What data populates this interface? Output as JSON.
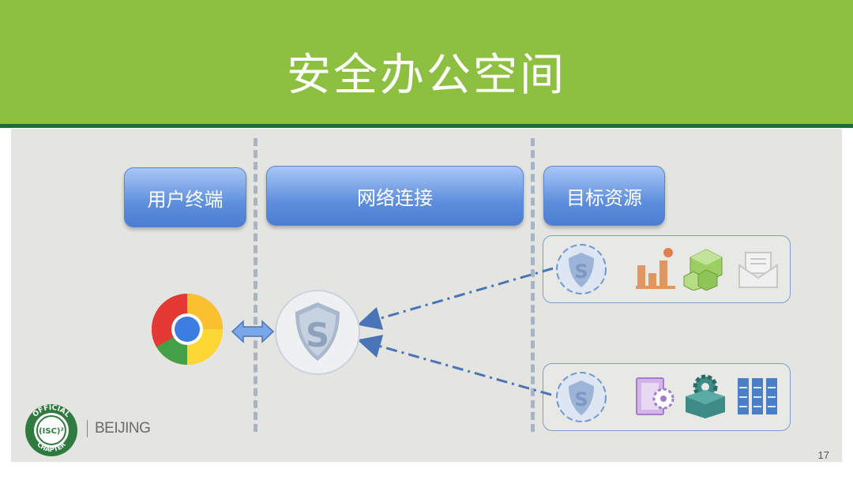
{
  "title": "安全办公空间",
  "columns": {
    "endpoint": "用户终端",
    "network": "网络连接",
    "resources": "目标资源"
  },
  "icons": {
    "browser": "chrome-browser-icon",
    "gateway": "security-shield-s-icon",
    "resource_icons_top": [
      "bar-chart-icon",
      "cubes-icon",
      "mail-icon"
    ],
    "resource_icons_bottom": [
      "settings-document-icon",
      "gear-box-icon",
      "server-rack-icon"
    ]
  },
  "logo": {
    "ring_top": "OFFICIAL",
    "center": "(ISC)²",
    "ring_bottom": "CHAPTER",
    "city": "BEIJING"
  },
  "page_number": "17",
  "colors": {
    "header": "#8dc040",
    "header_rule": "#1f6a3a",
    "column_box": "#5e8fdd",
    "connector": "#4a74b8"
  }
}
